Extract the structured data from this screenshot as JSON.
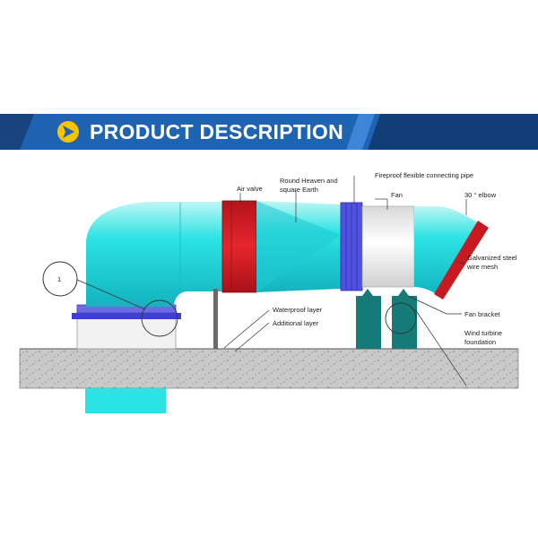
{
  "banner": {
    "title": "PRODUCT DESCRIPTION",
    "icon": "right-arrow-icon",
    "colors": {
      "band": "#1f63b3",
      "band_dark": "#17447f",
      "stripe": "#3d86d6",
      "icon": "#f7c400"
    }
  },
  "diagram": {
    "colors": {
      "duct": "#2ce3e3",
      "duct_dark": "#16b7c2",
      "valve": "#dd1f26",
      "ground": "#c9c9c9",
      "stand": "#167a78",
      "flange": "#3f3fd2"
    },
    "callouts": {
      "detail_marker": "1",
      "air_valve": "Air valve",
      "round_heaven_1": "Round Heaven and",
      "round_heaven_2": "square Earth",
      "fireproof_pipe": "Fireproof flexible connecting pipe",
      "fan": "Fan",
      "elbow": "30 ° elbow",
      "mesh_1": "Galvanized steel",
      "mesh_2": "wire mesh",
      "waterproof": "Waterproof layer",
      "additional": "Additional layer",
      "fan_bracket": "Fan bracket",
      "foundation_1": "Wind turbine",
      "foundation_2": "foundation"
    }
  }
}
